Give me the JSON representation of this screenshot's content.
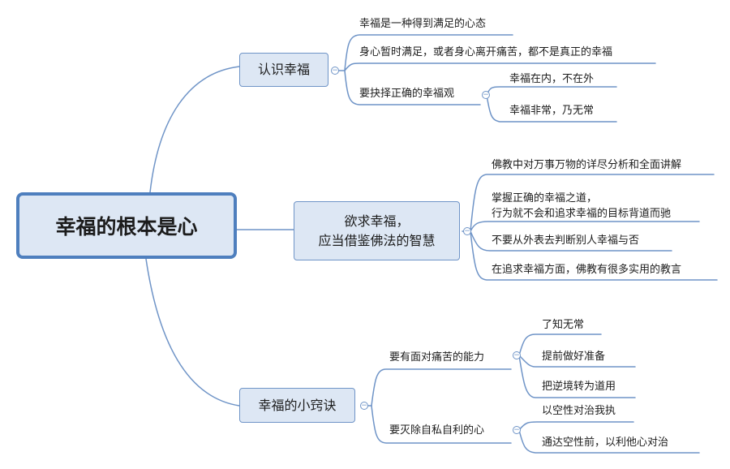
{
  "root": {
    "label": "幸福的根本是心"
  },
  "branches": [
    {
      "label": "认识幸福",
      "items": [
        {
          "label": "幸福是一种得到满足的心态"
        },
        {
          "label": "身心暂时满足，或者身心离开痛苦，都不是真正的幸福"
        },
        {
          "label": "要抉择正确的幸福观",
          "children": [
            {
              "label": "幸福在内，不在外"
            },
            {
              "label": "幸福非常，乃无常"
            }
          ]
        }
      ]
    },
    {
      "label_lines": [
        "欲求幸福，",
        "应当借鉴佛法的智慧"
      ],
      "items": [
        {
          "label": "佛教中对万事万物的详尽分析和全面讲解"
        },
        {
          "label_lines": [
            "掌握正确的幸福之道，",
            "行为就不会和追求幸福的目标背道而驰"
          ]
        },
        {
          "label": "不要从外表去判断别人幸福与否"
        },
        {
          "label": "在追求幸福方面，佛教有很多实用的教言"
        }
      ]
    },
    {
      "label": "幸福的小窍诀",
      "items": [
        {
          "label": "要有面对痛苦的能力",
          "children": [
            {
              "label": "了知无常"
            },
            {
              "label": "提前做好准备"
            },
            {
              "label": "把逆境转为道用"
            }
          ]
        },
        {
          "label": "要灭除自私自利的心",
          "children": [
            {
              "label": "以空性对治我执"
            },
            {
              "label": "通达空性前，以利他心对治"
            }
          ]
        }
      ]
    }
  ],
  "toggle_symbol": "−",
  "colors": {
    "link": "#6f94c7",
    "node_fill": "#dde7f4",
    "root_border": "#4e7fbe"
  }
}
